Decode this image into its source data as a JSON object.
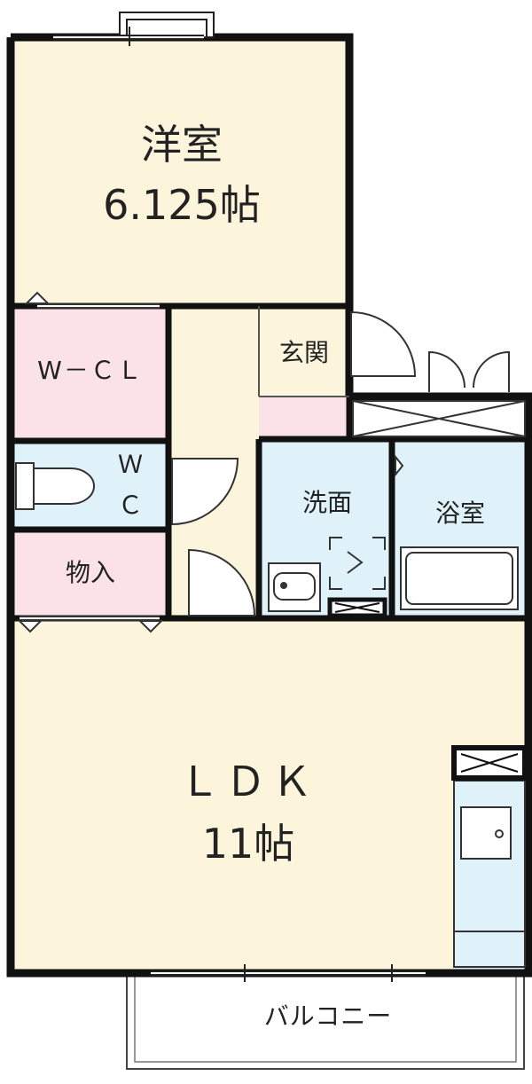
{
  "rooms": {
    "western_room": {
      "name": "洋室",
      "size": "6.125帖"
    },
    "walk_in_closet": {
      "name": "W－ＣＬ"
    },
    "entrance": {
      "name": "玄関"
    },
    "toilet": {
      "line1": "Ｗ",
      "line2": "Ｃ"
    },
    "washroom": {
      "name": "洗面"
    },
    "bathroom": {
      "name": "浴室"
    },
    "storage": {
      "name": "物入"
    },
    "ldk": {
      "name": "ＬＤＫ",
      "size": "11帖"
    },
    "balcony": {
      "name": "バルコニー"
    }
  },
  "colors": {
    "wall": "#111111",
    "living_floor": "#fdf4dc",
    "storage_pink": "#fbe1e8",
    "wet_area_blue": "#dff2f9"
  }
}
